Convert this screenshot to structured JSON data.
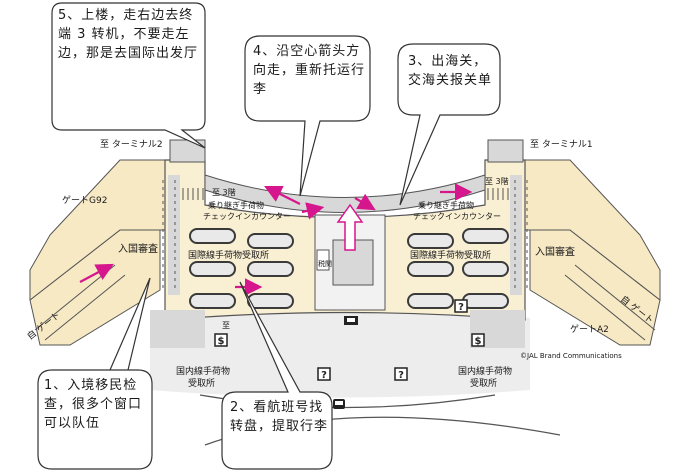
{
  "map": {
    "colors": {
      "pier": "#f7e9c4",
      "hall": "#f9efd3",
      "gray": "#d8d8d8",
      "belt_outer": "#3a3a3a",
      "belt_inner": "#e9e9e9",
      "arrow": "#d6168c",
      "line": "#3a3a3a"
    },
    "labels": {
      "to_terminal2": "至 ターミナル2",
      "to_terminal1": "至 ターミナル1",
      "gate_g92": "ゲートG92",
      "gate_a2": "ゲートA2",
      "immigration_left": "入国審査",
      "immigration_right": "入国審査",
      "transfer_left_floor": "至 3階",
      "transfer_left_line2": "乗り継ぎ手荷物",
      "transfer_left_line3": "チェックインカウンター",
      "transfer_right_floor": "至 3階",
      "transfer_right_line2": "乗り継ぎ手荷物",
      "transfer_right_line3": "チェックインカウンター",
      "intl_baggage_left": "国際線手荷物受取所",
      "intl_baggage_right": "国際線手荷物受取所",
      "customs": "税関",
      "dom_baggage_left_1": "国内線手荷物",
      "dom_baggage_left_2": "受取所",
      "dom_baggage_right_1": "国内線手荷物",
      "dom_baggage_right_2": "受取所",
      "copyright": "©JAL Brand Communications",
      "to_floor_small": "至",
      "gate_walk_left": "自 ゲート",
      "gate_walk_right": "自 ゲート"
    },
    "icons": [
      "question-mark-icon",
      "currency-exchange-icon",
      "telephone-icon",
      "bus-icon"
    ],
    "icon_glyphs": {
      "question": "?",
      "money": "$"
    },
    "callouts": [
      {
        "id": "callout-5",
        "text": "5、上楼，走右边去终端 3 转机，不要走左边，那是去国际出发厅"
      },
      {
        "id": "callout-4",
        "text": "4、沿空心箭头方向走，重新托运行李"
      },
      {
        "id": "callout-3",
        "text": "3、出海关，交海关报关单"
      },
      {
        "id": "callout-1",
        "text": "1、入境移民检查，很多个窗口可以队伍"
      },
      {
        "id": "callout-2",
        "text": "2、看航班号找转盘，提取行李"
      }
    ]
  }
}
